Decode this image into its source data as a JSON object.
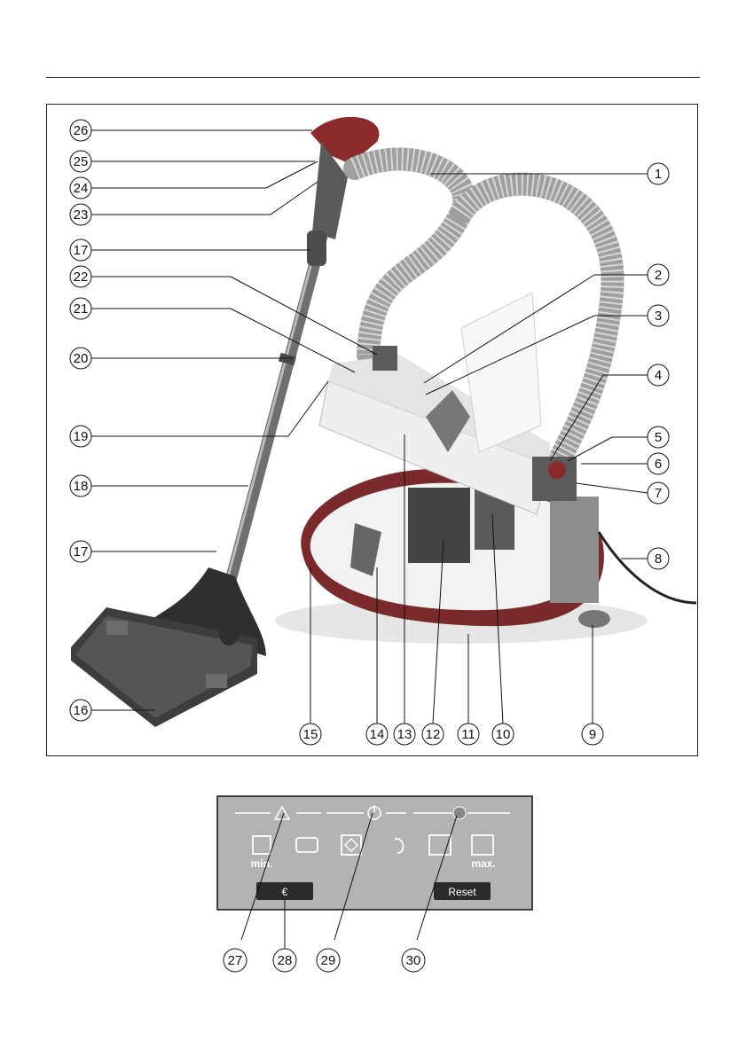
{
  "figure": {
    "callouts_left": [
      "26",
      "25",
      "24",
      "23",
      "17",
      "22",
      "21",
      "20",
      "19",
      "18",
      "17",
      "16"
    ],
    "callouts_right": [
      "1",
      "2",
      "3",
      "4",
      "5",
      "6",
      "7",
      "8",
      "9"
    ],
    "callouts_bottom": [
      "15",
      "14",
      "13",
      "12",
      "11",
      "10"
    ],
    "hose_color": "#a7a7a7",
    "body_color": "#ececec",
    "accent_red": "#8a2a2a"
  },
  "control_panel": {
    "labels_min": "min.",
    "labels_max": "max.",
    "reset_label": "Reset",
    "callouts": [
      "27",
      "28",
      "29",
      "30"
    ],
    "panel_color": "#b3b3b3",
    "button_color": "#2b2b2b"
  }
}
